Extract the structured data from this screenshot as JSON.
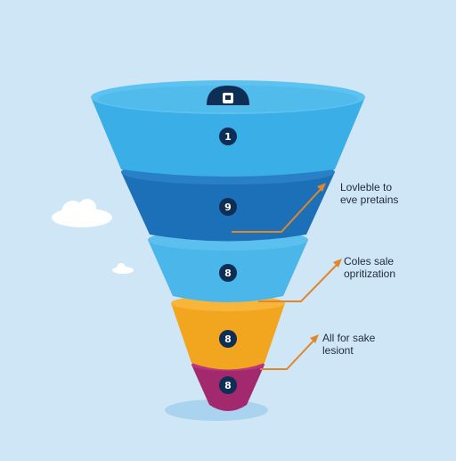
{
  "colors": {
    "background": "#cfe6f6",
    "stage_1": "#3aaee6",
    "stage_2": "#1c70b8",
    "stage_3": "#4bb6ea",
    "stage_4": "#f2a51e",
    "stage_5": "#a3296f",
    "badge": "#0f2e55",
    "arrow": "#e0872c",
    "shadow": "#a9d3ef"
  },
  "icons": [
    "lock-icon",
    "cloud-icon",
    "arrow-icon"
  ],
  "funnel": {
    "stages": [
      {
        "number": "1"
      },
      {
        "number": "9"
      },
      {
        "number": "8"
      },
      {
        "number": "8"
      },
      {
        "number": "8"
      }
    ]
  },
  "callouts": [
    {
      "line1": "Lovleble to",
      "line2": "eve pretains"
    },
    {
      "line1": "Coles sale",
      "line2": "opritization"
    },
    {
      "line1": "All for sake",
      "line2": "lesiont"
    }
  ]
}
